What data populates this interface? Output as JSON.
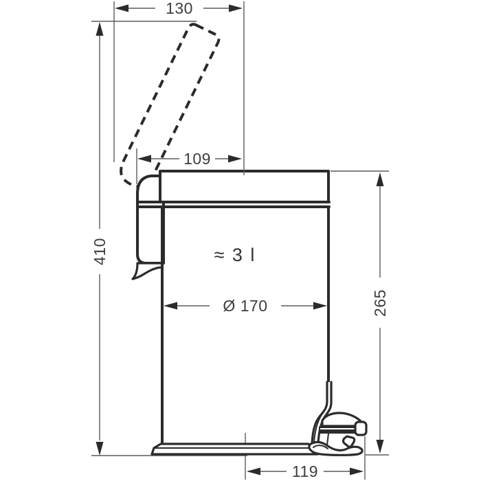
{
  "drawing": {
    "description": "technical dimension drawing, pedal waste bin side view with open lid shown dashed",
    "capacity_label": "≈ 3 l",
    "dimensions": {
      "top_width": "130",
      "lid_depth": "109",
      "total_height": "410",
      "body_height": "265",
      "diameter": "Ø 170",
      "pedal_depth": "119"
    },
    "colors": {
      "background": "#ffffff",
      "object_line": "#2b2b2b",
      "dimension_line": "#5a5a5a",
      "text": "#3e3e3e"
    }
  }
}
